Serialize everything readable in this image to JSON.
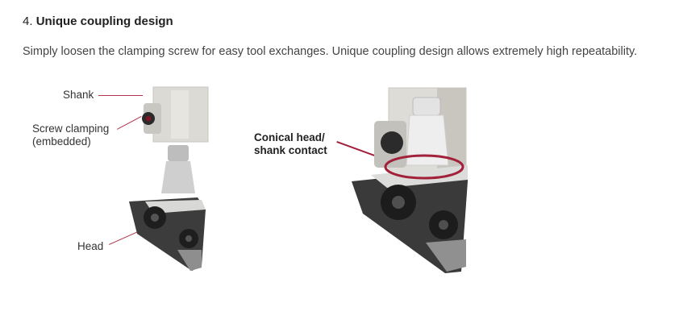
{
  "section": {
    "number": "4.",
    "title": "Unique coupling design",
    "description": "Simply loosen the clamping screw for easy tool exchanges. Unique coupling design allows extremely high repeatability."
  },
  "left_figure": {
    "labels": {
      "shank": "Shank",
      "screw_line1": "Screw clamping",
      "screw_line2": "(embedded)",
      "head": "Head"
    }
  },
  "right_figure": {
    "callout_line1": "Conical head/",
    "callout_line2": "shank contact",
    "highlight_color": "#a3203a"
  }
}
